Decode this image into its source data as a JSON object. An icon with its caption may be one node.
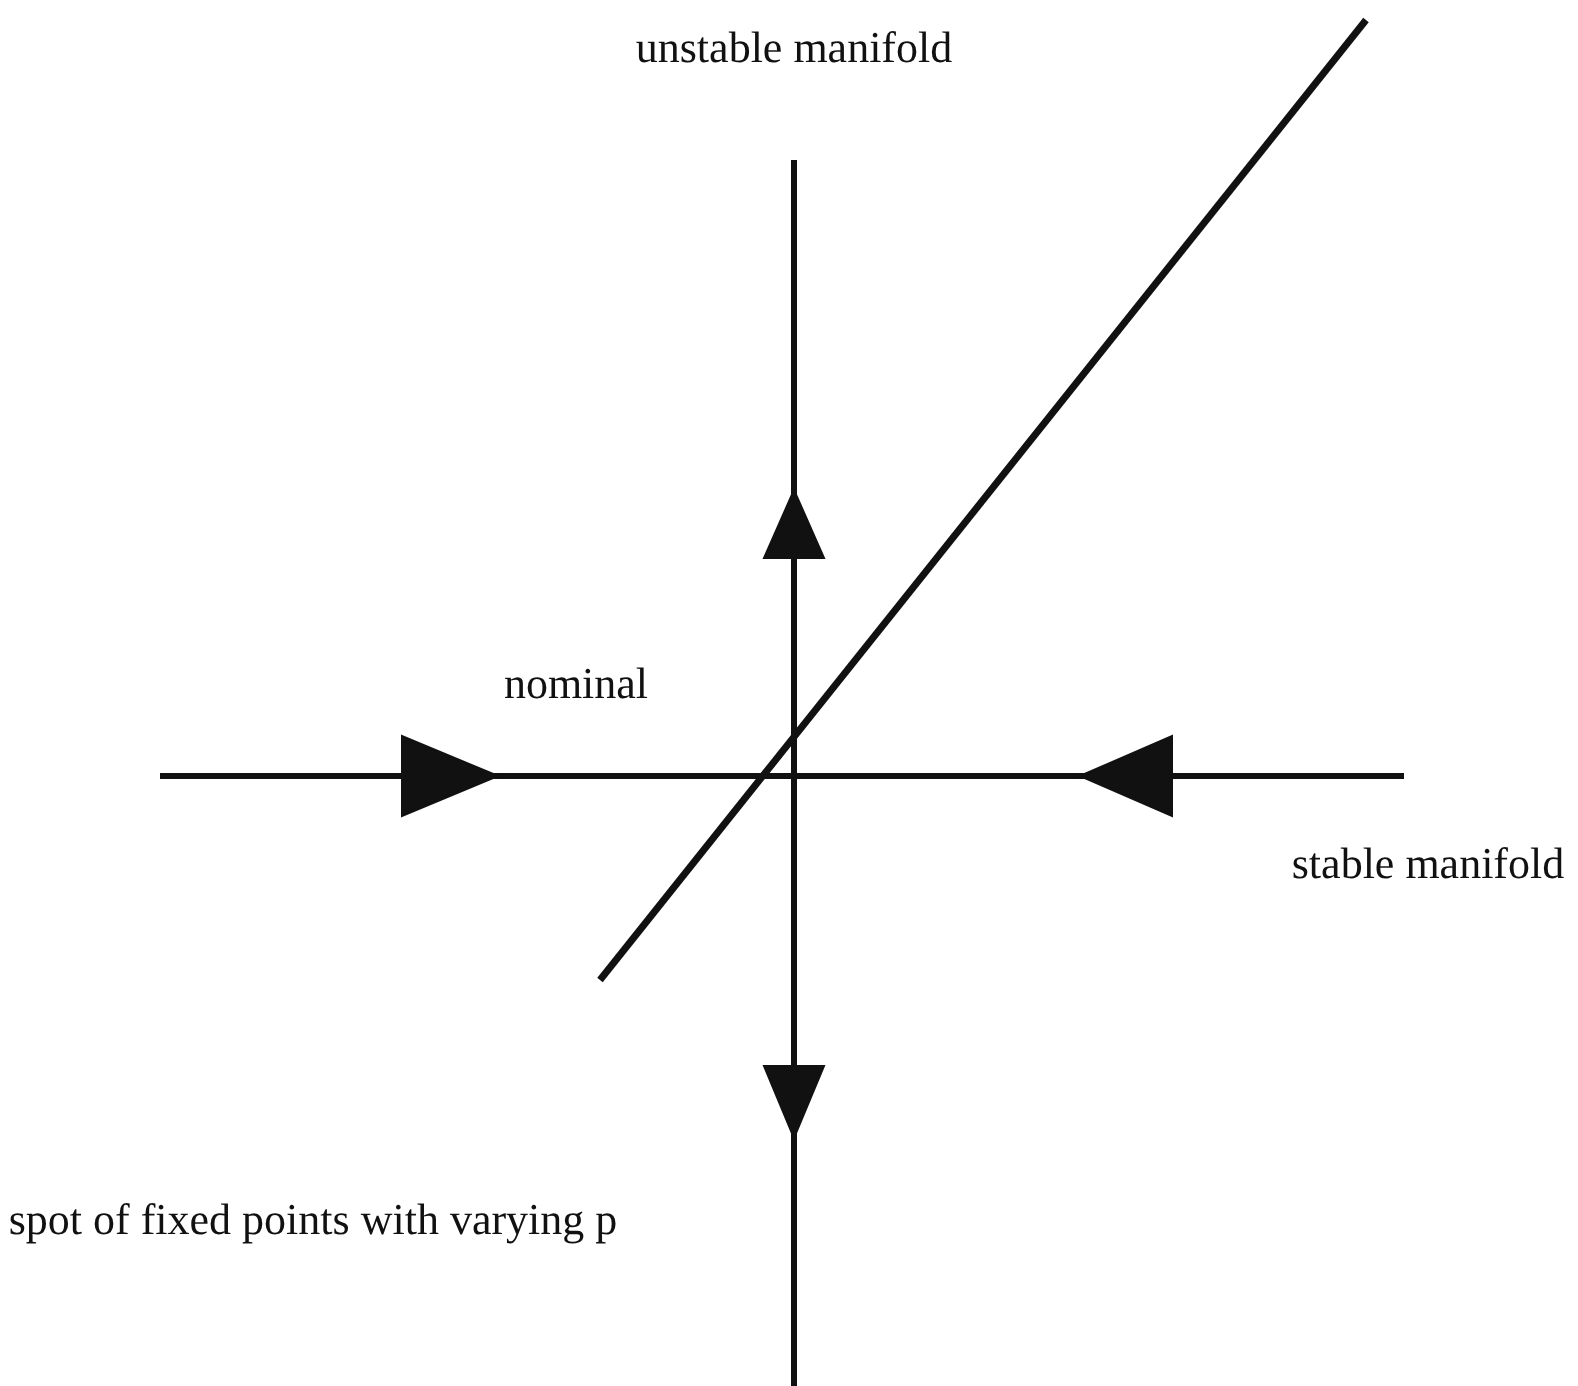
{
  "diagram": {
    "labels": [
      "unstable manifold",
      "nominal",
      "stable manifold",
      "spot of fixed points with varying p"
    ]
  }
}
